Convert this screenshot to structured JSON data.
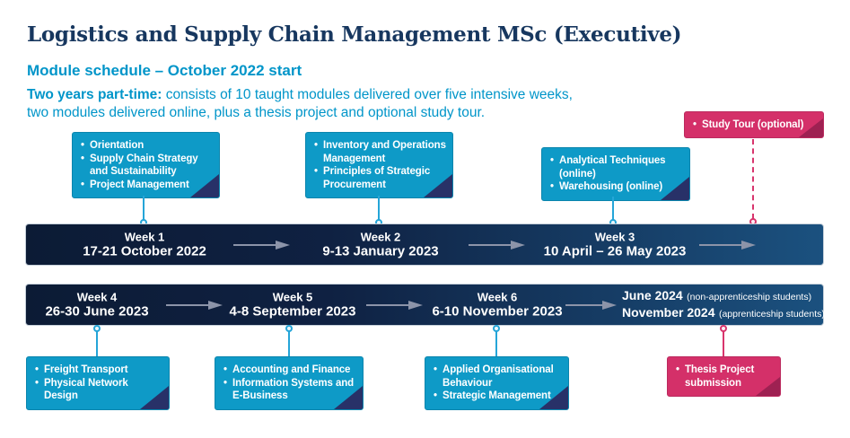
{
  "header": {
    "title": "Logistics and Supply Chain Management MSc (Executive)",
    "subtitle": "Module schedule – October 2022 start",
    "intro_lead": "Two years part-time:",
    "intro_line1": "consists of 10 taught modules delivered over five intensive weeks,",
    "intro_line2": "two modules delivered online, plus a thesis project and optional study tour."
  },
  "colors": {
    "title_navy": "#17375f",
    "accent_blue": "#0095c9",
    "module_teal": "#0e9ac7",
    "corner_navy": "#283168",
    "highlight_pink": "#d43069",
    "corner_maroon": "#9e2152",
    "bar_gradient_start": "#0c1b35",
    "bar_gradient_end": "#1b517f",
    "arrow_gray": "#8c94a9",
    "connector_teal": "#25a5d8"
  },
  "study_tour_box": {
    "items": [
      "Study Tour (optional)"
    ]
  },
  "top_boxes": [
    {
      "items": [
        "Orientation",
        "Supply Chain Strategy and Sustainability",
        "Project Management"
      ]
    },
    {
      "items": [
        "Inventory and Operations Management",
        "Principles of Strategic Procurement"
      ]
    },
    {
      "items": [
        "Analytical Techniques (online)",
        "Warehousing (online)"
      ]
    }
  ],
  "bottom_boxes": [
    {
      "items": [
        "Freight Transport",
        "Physical Network Design"
      ]
    },
    {
      "items": [
        "Accounting and Finance",
        "Information Systems and E-Business"
      ]
    },
    {
      "items": [
        "Applied Organisational Behaviour",
        "Strategic Management"
      ]
    }
  ],
  "thesis_box": {
    "items": [
      "Thesis Project submission"
    ]
  },
  "timeline_row1": {
    "weeks": [
      {
        "label": "Week 1",
        "dates": "17-21 October 2022"
      },
      {
        "label": "Week 2",
        "dates": "9-13 January 2023"
      },
      {
        "label": "Week 3",
        "dates": "10 April – 26 May 2023"
      }
    ]
  },
  "timeline_row2": {
    "weeks": [
      {
        "label": "Week 4",
        "dates": "26-30 June 2023"
      },
      {
        "label": "Week 5",
        "dates": "4-8 September 2023"
      },
      {
        "label": "Week 6",
        "dates": "6-10 November 2023"
      }
    ],
    "completion": {
      "line1_bold": "June 2024",
      "line1_note": "(non-apprenticeship students)",
      "line2_bold": "November 2024",
      "line2_note": "(apprenticeship students)"
    }
  }
}
